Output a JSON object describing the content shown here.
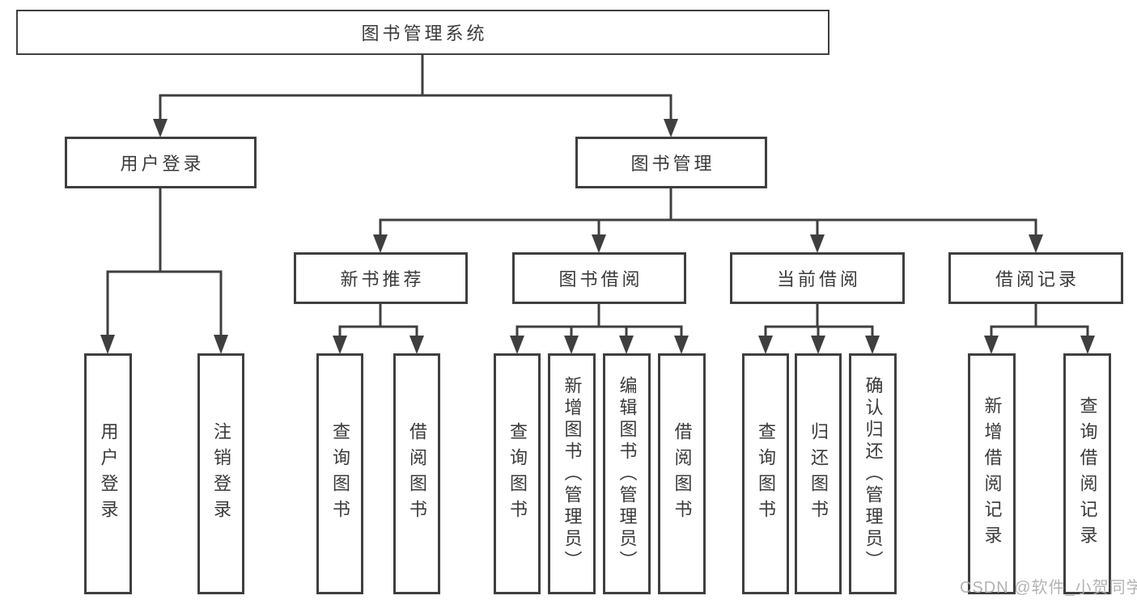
{
  "diagram_title": "图书管理系统",
  "colors": {
    "line": "#3f3f3f",
    "box_border": "#3f3f3f",
    "text": "#3a3a3a",
    "watermark": "#acacac",
    "background": "#ffffff"
  },
  "nodes": {
    "root": "图书管理系统",
    "user_login": "用户登录",
    "book_mgmt": "图书管理",
    "new_book_rec": "新书推荐",
    "book_borrow": "图书借阅",
    "current_borrow": "当前借阅",
    "borrow_record": "借阅记录",
    "ul_user_login": "用户登录",
    "ul_logout": "注销登录",
    "nb_query_book": "查询图书",
    "nb_borrow_book": "借阅图书",
    "bb_query_book": "查询图书",
    "bb_add_book": "新增图书（管理员）",
    "bb_edit_book": "编辑图书（管理员）",
    "bb_borrow_book": "借阅图书",
    "cb_query_book": "查询图书",
    "cb_return_book": "归还图书",
    "cb_confirm_return": "确认归还（管理员）",
    "br_add_record": "新增借阅记录",
    "br_query_record": "查询借阅记录"
  },
  "watermark": "CSDN @软件_小贺同学"
}
